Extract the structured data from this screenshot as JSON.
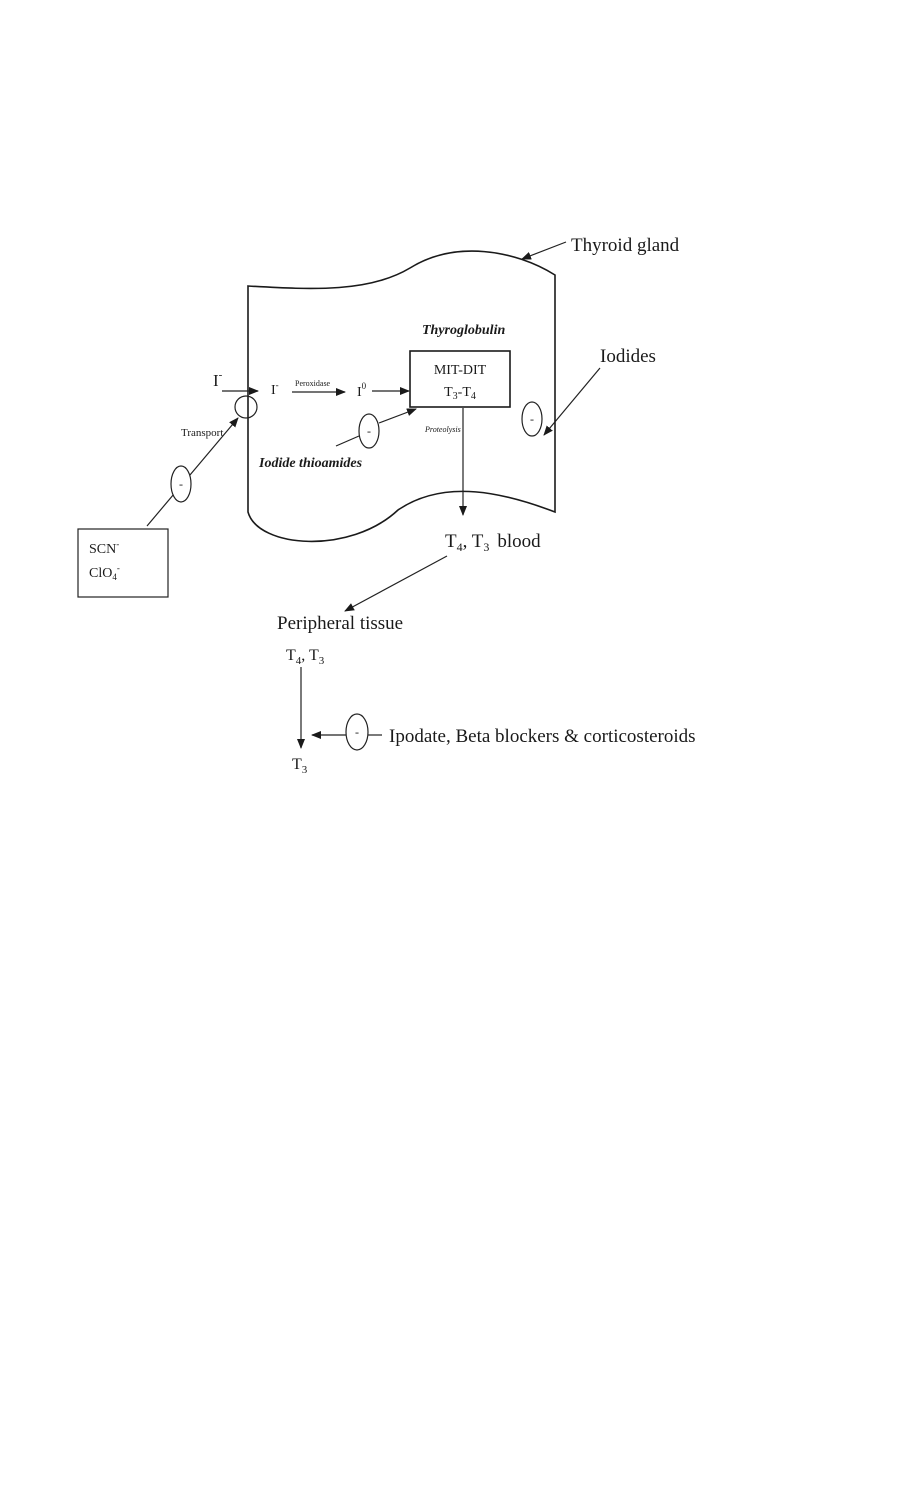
{
  "labels": {
    "thyroid_gland": "Thyroid gland",
    "thyroglobulin": "Thyroglobulin",
    "mit_dit": "MIT-DIT",
    "t3_t4": "T",
    "iodides": "Iodides",
    "i_minus_outside": "I",
    "i_minus_inside": "I",
    "peroxidase": "Peroxidase",
    "i_zero": "I",
    "transport": "Transport",
    "iodide_thioamides": "Iodide thioamides",
    "proteolysis": "Proteolysis",
    "scn": "SCN",
    "clo4": "ClO",
    "t4_t3_blood": "T",
    "blood": "blood",
    "peripheral_tissue": "Peripheral tissue",
    "t4_t3_peripheral": "T",
    "t3_final": "T",
    "ipodate": "Ipodate, Beta blockers & corticosteroids",
    "minus_sign": "-"
  }
}
